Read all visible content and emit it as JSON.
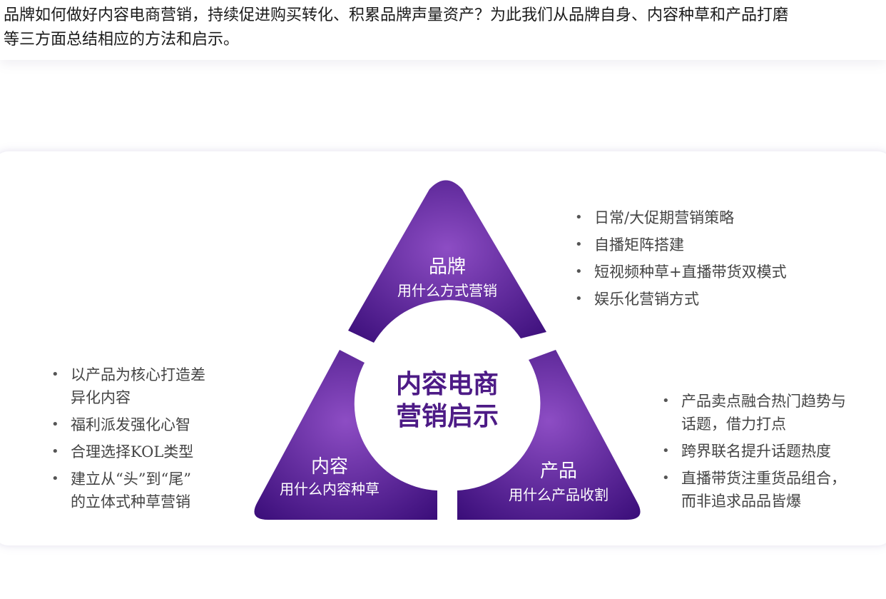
{
  "intro": {
    "line1": "品牌如何做好内容电商营销，持续促进购买转化、积累品牌声量资产？为此我们从品牌自身、内容种草和产品打磨",
    "line2": "等三方面总结相应的方法和启示。"
  },
  "diagram": {
    "center_line1": "内容电商",
    "center_line2": "营销启示",
    "brand": {
      "title": "品牌",
      "subtitle": "用什么方式营销"
    },
    "content": {
      "title": "内容",
      "subtitle": "用什么内容种草"
    },
    "product": {
      "title": "产品",
      "subtitle": "用什么产品收割"
    },
    "colors": {
      "purple_light": "#8d4dc4",
      "purple_dark": "#3b0e7a",
      "center_text": "#4d1b86",
      "segment_text": "#ffffff"
    }
  },
  "brand_points": [
    [
      "日常/大促期营销策略"
    ],
    [
      "自播矩阵搭建"
    ],
    [
      "短视频种草+直播带货双模式"
    ],
    [
      "娱乐化营销方式"
    ]
  ],
  "content_points": [
    [
      "以产品为核心打造差",
      "异化内容"
    ],
    [
      "福利派发强化心智"
    ],
    [
      "合理选择KOL类型"
    ],
    [
      "建立从“头”到“尾”",
      "的立体式种草营销"
    ]
  ],
  "product_points": [
    [
      "产品卖点融合热门趋势与",
      "话题，借力打点"
    ],
    [
      "跨界联名提升话题热度"
    ],
    [
      "直播带货注重货品组合，",
      "而非追求品品皆爆"
    ]
  ]
}
